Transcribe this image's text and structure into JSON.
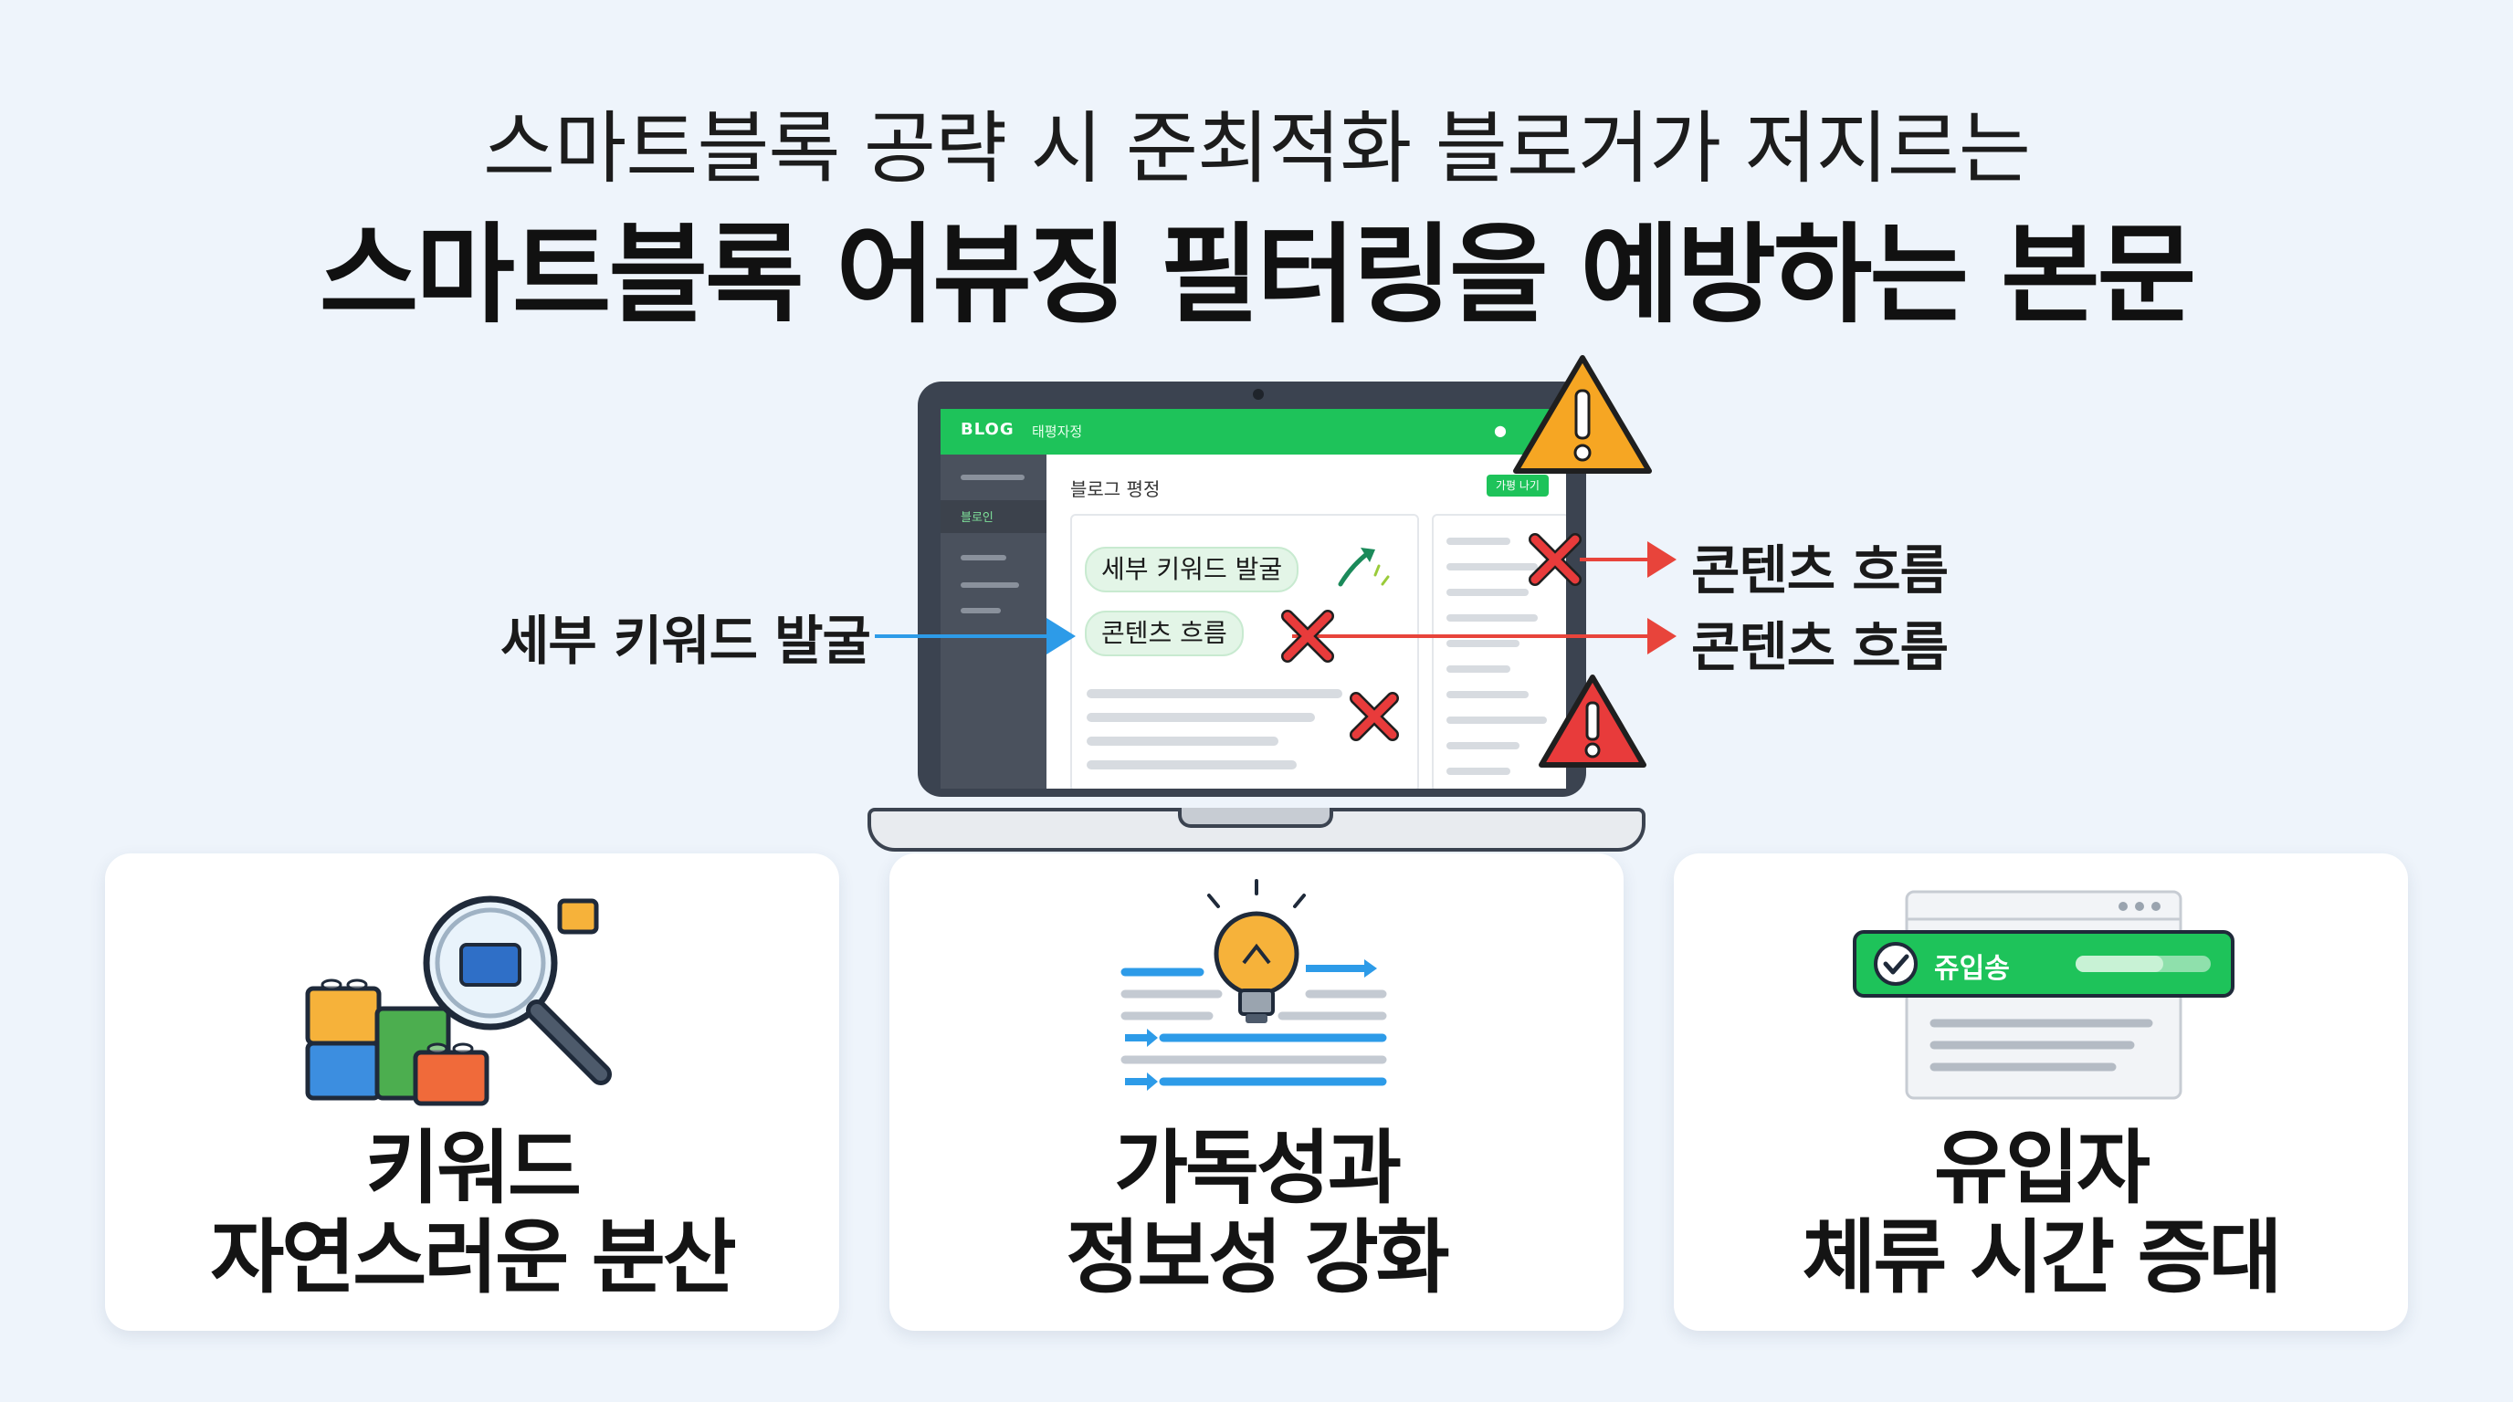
{
  "header": {
    "subtitle": "스마트블록 공략 시 준최적화 블로거가 저지르는",
    "title": "스마트블록 어뷰징 필터링을 예방하는 본문"
  },
  "laptop": {
    "brand": "BLOG",
    "nav_text": "태평자정",
    "side_active": "블로인",
    "content_title": "블로그 평정",
    "content_button": "가평 나기",
    "chip_1": "세부 키워드 발굴",
    "chip_2": "콘텐츠 흐름"
  },
  "callouts": {
    "left": "세부 키워드 발굴",
    "right_1": "콘텐츠 흐름",
    "right_2": "콘텐츠 흐름"
  },
  "cards": [
    {
      "line1": "키워드",
      "line2": "자연스러운 분산",
      "icon": "lego-magnifier-icon"
    },
    {
      "line1": "가독성과",
      "line2": "정보성 강화",
      "icon": "lightbulb-icon"
    },
    {
      "line1": "유입자",
      "line2": "체류 시간 증대",
      "icon": "check-badge-icon",
      "badge_text": "쥬입송"
    }
  ],
  "colors": {
    "green": "#1ec35a",
    "warning": "#f6a623",
    "danger": "#e83b3b",
    "arrow_blue": "#2d9be8",
    "arrow_red": "#e8443b"
  }
}
